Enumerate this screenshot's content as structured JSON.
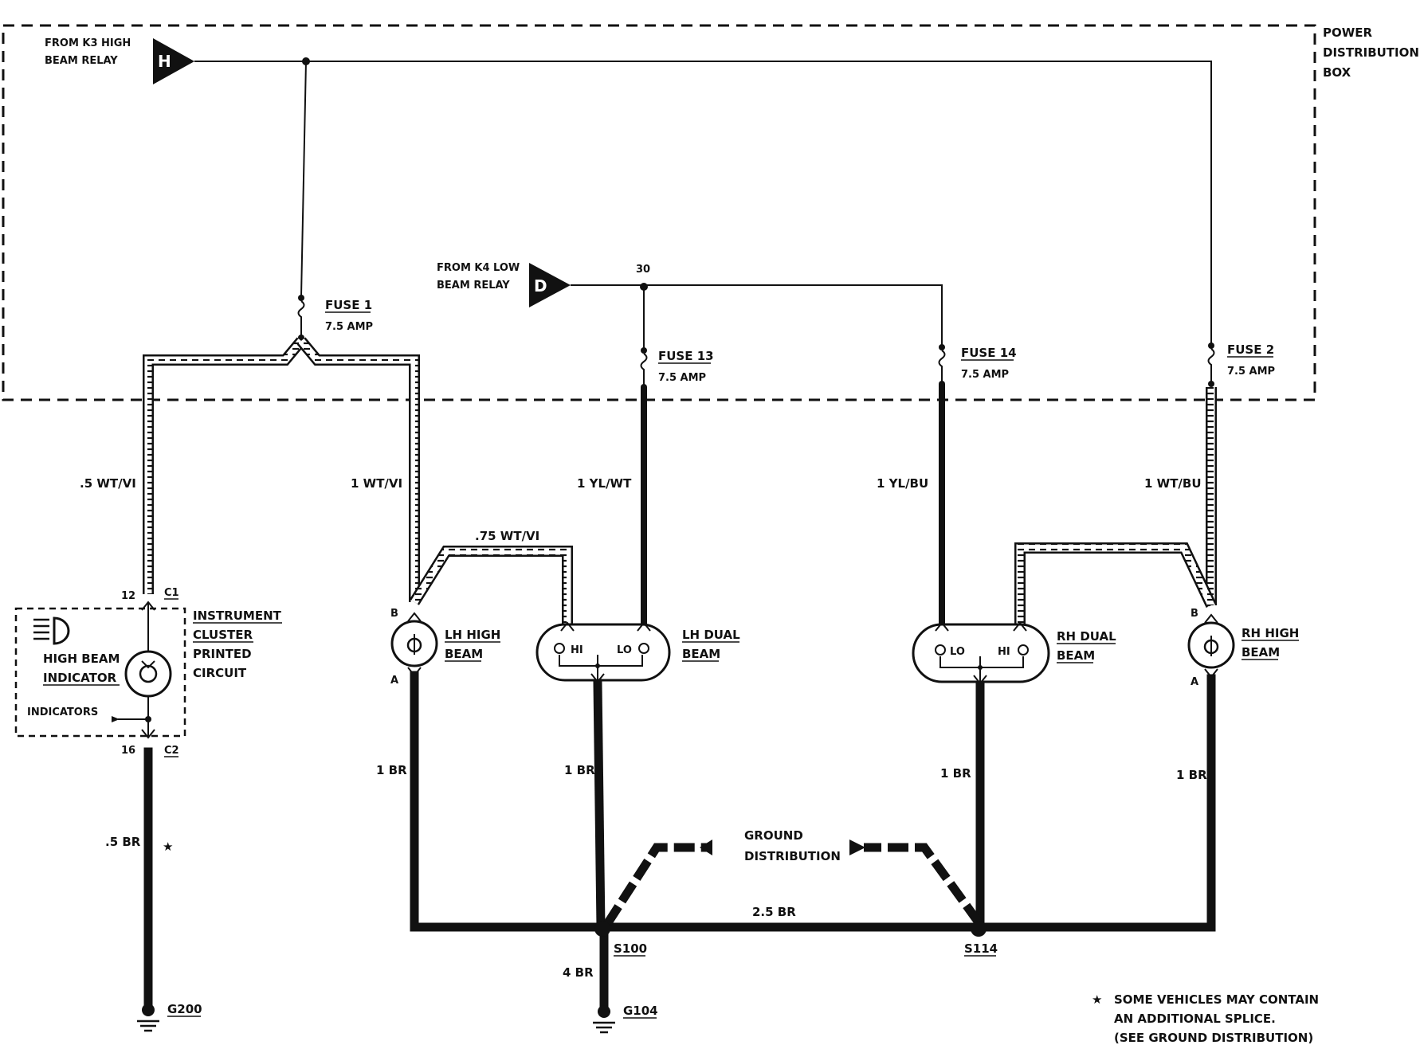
{
  "power_distribution_box": {
    "line1": "POWER",
    "line2": "DISTRIBUTION",
    "line3": "BOX"
  },
  "relays": {
    "k3": {
      "letter": "H",
      "line1": "FROM K3 HIGH",
      "line2": "BEAM RELAY"
    },
    "k4": {
      "letter": "D",
      "line1": "FROM K4 LOW",
      "line2": "BEAM RELAY",
      "terminal": "30"
    }
  },
  "fuses": [
    {
      "name": "FUSE 1",
      "rating": "7.5 AMP"
    },
    {
      "name": "FUSE 13",
      "rating": "7.5 AMP"
    },
    {
      "name": "FUSE 14",
      "rating": "7.5 AMP"
    },
    {
      "name": "FUSE 2",
      "rating": "7.5 AMP"
    }
  ],
  "wires": {
    "w1": ".5 WT/VI",
    "w2": "1 WT/VI",
    "w3": "1 YL/WT",
    "w4": "1 YL/BU",
    "w5": "1 WT/BU",
    "w6": ".75 WT/VI",
    "br_lh_high": "1 BR",
    "br_lh_dual": "1 BR",
    "br_rh_dual": "1 BR",
    "br_rh_high": "1 BR",
    "br_cluster": ".5 BR",
    "br_bus": "2.5 BR",
    "br_g104": "4 BR"
  },
  "cluster": {
    "line1": "INSTRUMENT",
    "line2": "CLUSTER",
    "line3": "PRINTED",
    "line4": "CIRCUIT",
    "indicator_line1": "HIGH BEAM",
    "indicator_line2": "INDICATOR",
    "indicators": "INDICATORS",
    "pin_top": "12",
    "conn_top": "C1",
    "pin_bottom": "16",
    "conn_bottom": "C2"
  },
  "lamps": {
    "lh_high": {
      "line1": "LH HIGH",
      "line2": "BEAM",
      "pin_b": "B",
      "pin_a": "A"
    },
    "lh_dual": {
      "line1": "LH DUAL",
      "line2": "BEAM",
      "hi": "HI",
      "lo": "LO"
    },
    "rh_dual": {
      "line1": "RH DUAL",
      "line2": "BEAM",
      "lo": "LO",
      "hi": "HI"
    },
    "rh_high": {
      "line1": "RH HIGH",
      "line2": "BEAM",
      "pin_b": "B",
      "pin_a": "A"
    }
  },
  "ground": {
    "line1": "GROUND",
    "line2": "DISTRIBUTION",
    "s100": "S100",
    "s114": "S114",
    "g200": "G200",
    "g104": "G104"
  },
  "note": {
    "star": "★",
    "line1": "SOME VEHICLES MAY CONTAIN",
    "line2": "AN ADDITIONAL SPLICE.",
    "line3": "(SEE GROUND DISTRIBUTION)"
  }
}
